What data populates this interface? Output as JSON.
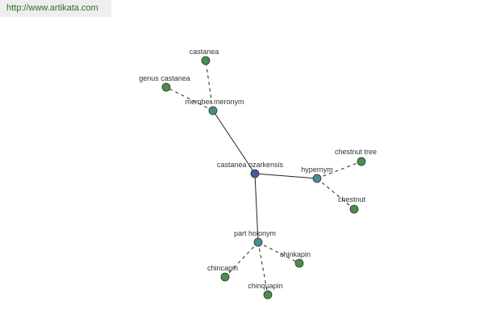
{
  "source": {
    "url_text": "http://www.artikata.com"
  },
  "colors": {
    "center_node": "#4a5a96",
    "relation_node": "#4a8c8c",
    "leaf_node": "#4a8c4a",
    "node_stroke": "#2a3a2a",
    "edge": "#222222",
    "label": "#333333"
  },
  "graph": {
    "nodes": [
      {
        "id": "castanea-ozarkensis",
        "label": "castanea ozarkensis",
        "kind": "center"
      },
      {
        "id": "member-meronym",
        "label": "member meronym",
        "kind": "relation"
      },
      {
        "id": "hypernym",
        "label": "hypernym",
        "kind": "relation"
      },
      {
        "id": "part-holonym",
        "label": "part holonym",
        "kind": "relation"
      },
      {
        "id": "castanea",
        "label": "castanea",
        "kind": "leaf"
      },
      {
        "id": "genus-castanea",
        "label": "genus castanea",
        "kind": "leaf"
      },
      {
        "id": "chestnut-tree",
        "label": "chestnut tree",
        "kind": "leaf"
      },
      {
        "id": "chestnut",
        "label": "chestnut",
        "kind": "leaf"
      },
      {
        "id": "chinkapin",
        "label": "chinkapin",
        "kind": "leaf"
      },
      {
        "id": "chincapin",
        "label": "chincapin",
        "kind": "leaf"
      },
      {
        "id": "chinquapin",
        "label": "chinquapin",
        "kind": "leaf"
      }
    ],
    "edges": [
      {
        "from": "castanea-ozarkensis",
        "to": "member-meronym",
        "style": "solid"
      },
      {
        "from": "castanea-ozarkensis",
        "to": "hypernym",
        "style": "solid"
      },
      {
        "from": "castanea-ozarkensis",
        "to": "part-holonym",
        "style": "solid"
      },
      {
        "from": "member-meronym",
        "to": "castanea",
        "style": "dashed"
      },
      {
        "from": "member-meronym",
        "to": "genus-castanea",
        "style": "dashed"
      },
      {
        "from": "hypernym",
        "to": "chestnut-tree",
        "style": "dashed"
      },
      {
        "from": "hypernym",
        "to": "chestnut",
        "style": "dashed"
      },
      {
        "from": "part-holonym",
        "to": "chinkapin",
        "style": "dashed"
      },
      {
        "from": "part-holonym",
        "to": "chincapin",
        "style": "dashed"
      },
      {
        "from": "part-holonym",
        "to": "chinquapin",
        "style": "dashed"
      }
    ]
  }
}
